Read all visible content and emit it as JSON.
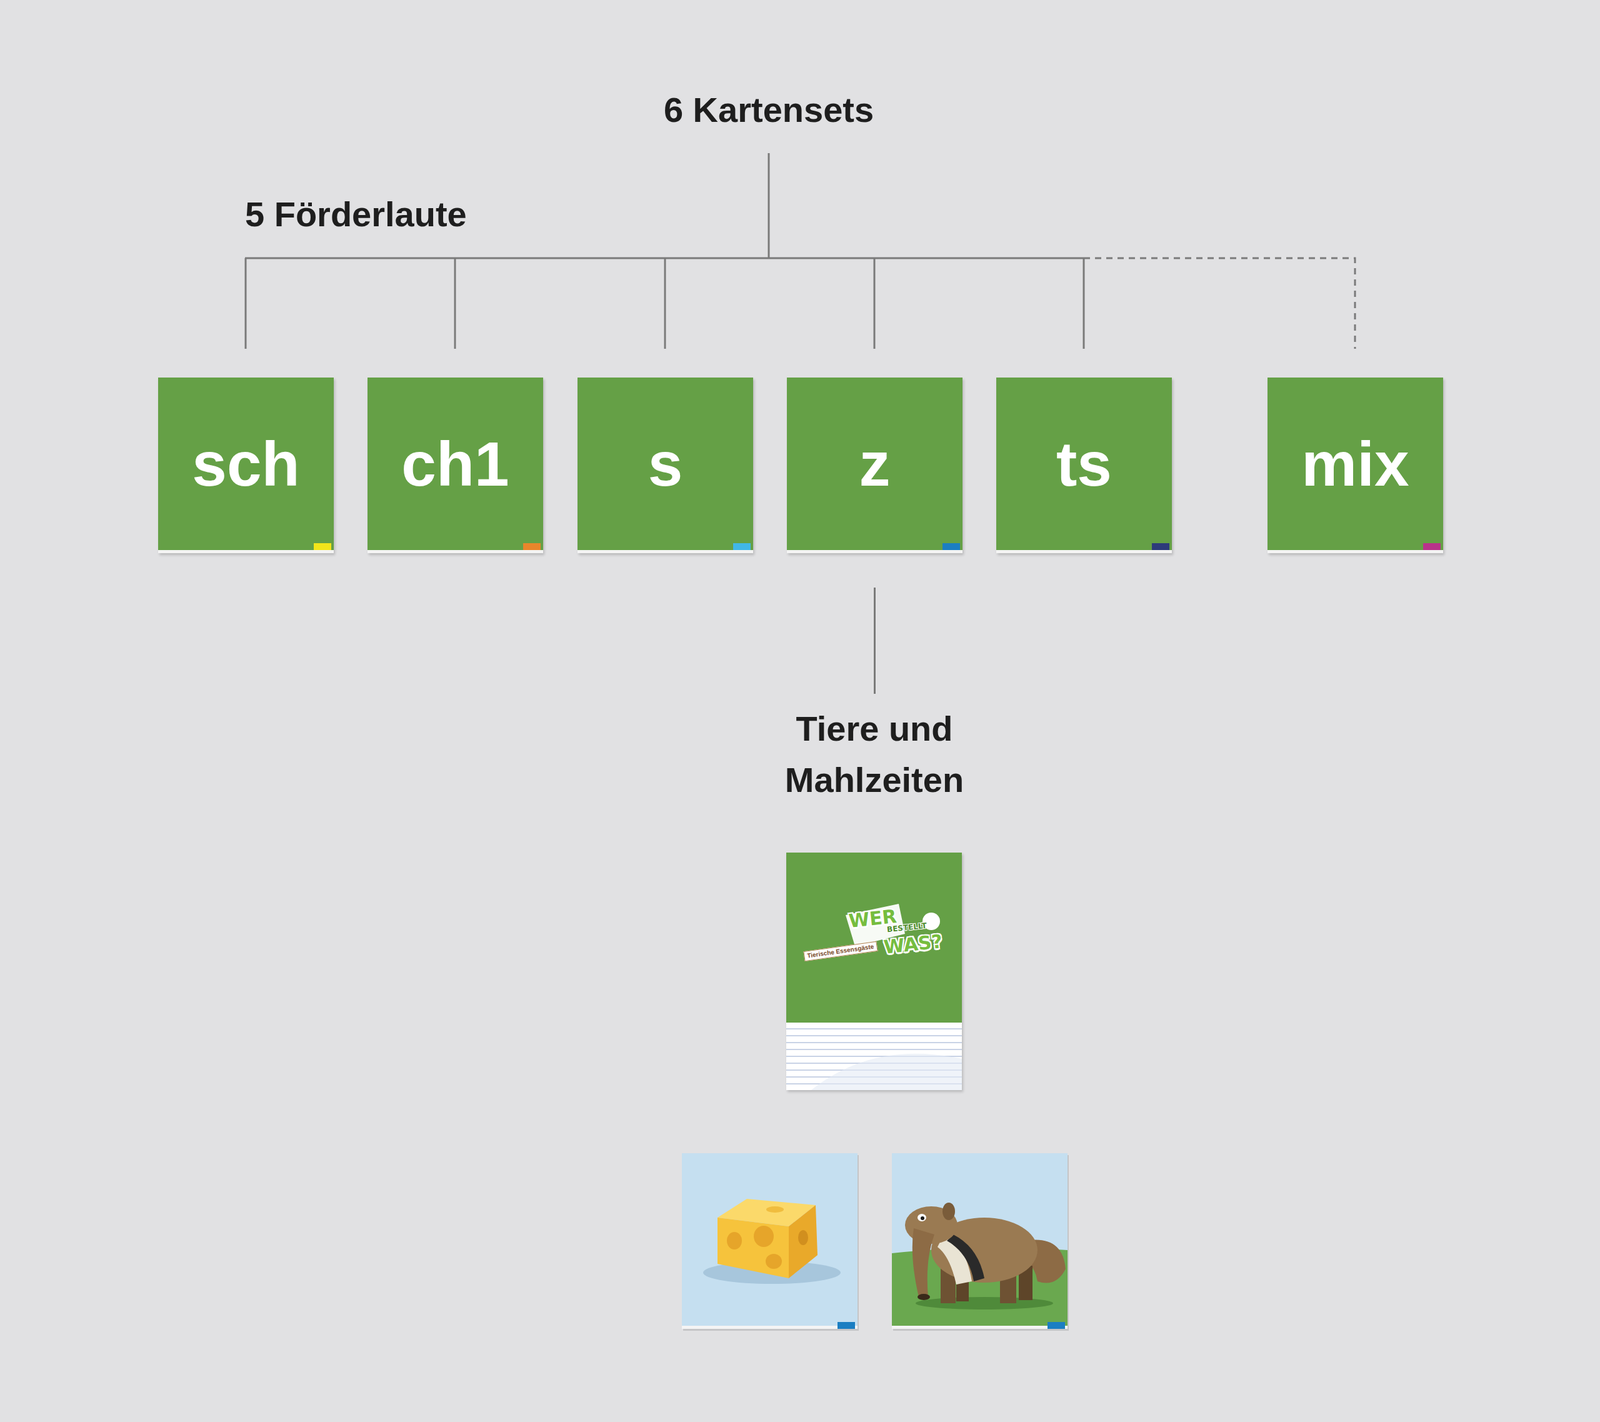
{
  "diagram": {
    "nodes": [
      {
        "text": [
          "sch"
        ]
      },
      {
        "text": [
          "ch1"
        ]
      },
      {
        "text": [
          "s"
        ]
      },
      {
        "text": [
          "z"
        ]
      },
      {
        "text": [
          "ts"
        ]
      },
      {
        "text": [
          "mix"
        ]
      },
      {
        "text": [
          "Tiere und Mahlzeiten"
        ]
      }
    ],
    "edges": [
      {
        "from": 3,
        "to": 6,
        "arrow": "none"
      }
    ],
    "labels": [
      "6 Kartensets",
      "5 Förderlaute",
      "WER",
      "BESTELLT",
      "WAS?",
      "Tierische Essensgäste"
    ]
  }
}
